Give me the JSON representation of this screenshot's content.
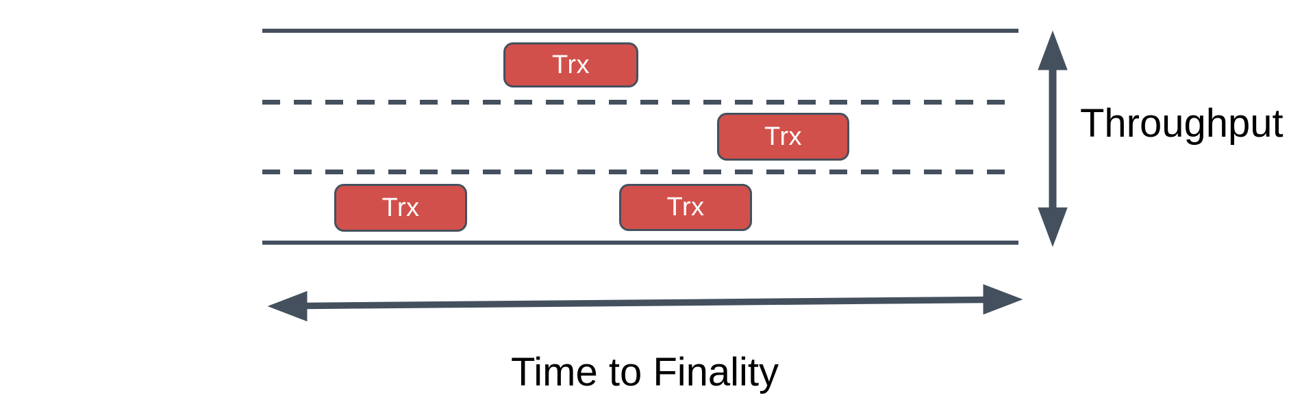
{
  "diagram": {
    "description": "Blockchain lanes diagram showing transactions across throughput lanes over time to finality",
    "trx_boxes": [
      {
        "label": "Trx",
        "lane": "top"
      },
      {
        "label": "Trx",
        "lane": "middle"
      },
      {
        "label": "Trx",
        "lane": "bottom"
      },
      {
        "label": "Trx",
        "lane": "bottom"
      }
    ],
    "lanes": {
      "count": 3,
      "boundaries": [
        "solid",
        "dashed",
        "dashed",
        "solid"
      ]
    },
    "axis_labels": {
      "vertical": "Throughput",
      "horizontal": "Time to Finality"
    },
    "colors": {
      "line": "#44505E",
      "trx_fill": "#D2504B",
      "trx_text": "#FFFFFF",
      "label_text": "#000000",
      "background": "#FFFFFF"
    }
  }
}
